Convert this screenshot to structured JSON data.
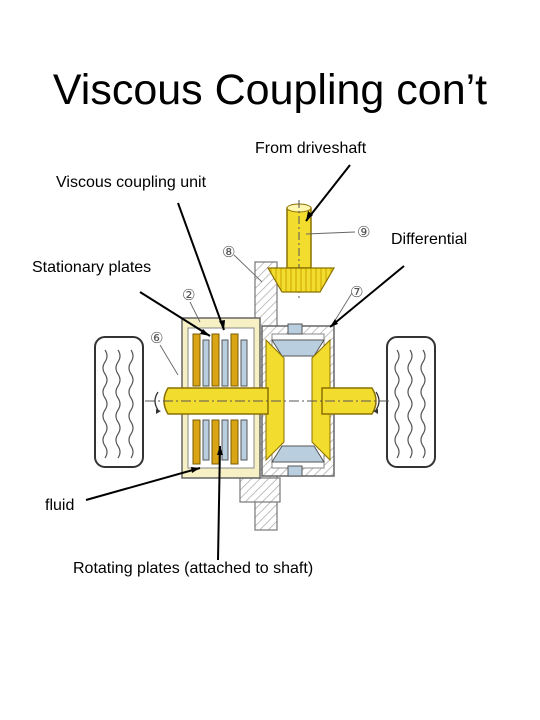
{
  "slide": {
    "title": "Viscous Coupling con’t"
  },
  "labels": {
    "from_driveshaft": "From driveshaft",
    "viscous_coupling_unit": "Viscous coupling unit",
    "differential": "Differential",
    "stationary_plates": "Stationary plates",
    "fluid": "fluid",
    "rotating_plates": "Rotating plates (attached to shaft)"
  },
  "part_numbers": [
    "②",
    "⑥",
    "⑦",
    "⑧",
    "⑨"
  ],
  "colors": {
    "shaft_yellow": "#f2dc2e",
    "plate_orange": "#d9a514",
    "housing_cream": "#f6f0c4",
    "bearing_blue": "#b9cfe0",
    "hatch_gray": "#a8a8a8"
  }
}
